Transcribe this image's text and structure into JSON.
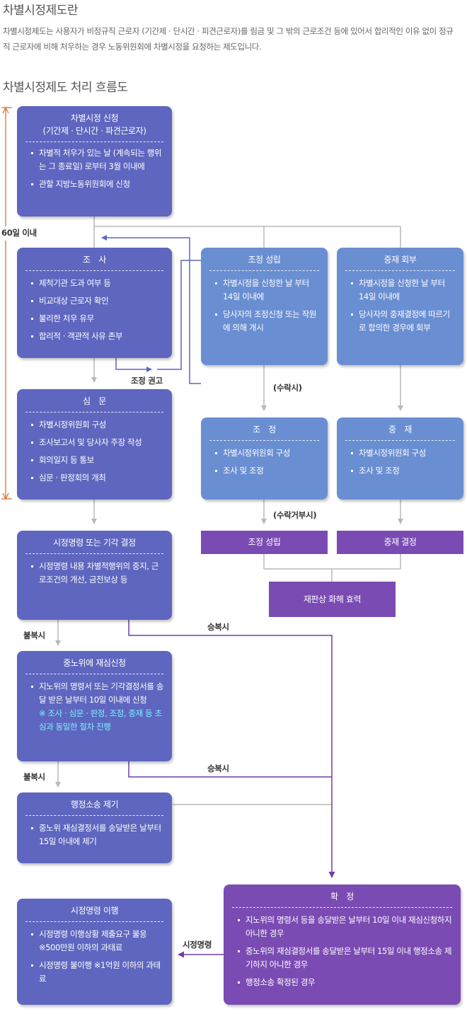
{
  "header": {
    "title": "차별시정제도란",
    "intro": "차별시정제도는 사용자가 비정규직 근로자 (기간제 · 단시간 · 피견근로자)를 림금 및 그 밖의 근로조건 등에 있어서 합리적인 이유 없이 정규직 근로자에 비해 처우하는 경우 노동위원회에 차별시정을 요청하는 제도입니다.",
    "flow_title": "차별시정제도 처리 흐름도"
  },
  "period_label": "60일 이내",
  "boxes": {
    "apply": {
      "title": [
        "차별시정 신청",
        "(기간제 · 단시간 · 파견근로자)"
      ],
      "items": [
        "차별적 처우가 있는 날 (계속되는 행위는 그 종료일) 로부터 3월 이내에",
        "관할 지방노동위원회에 신청"
      ]
    },
    "survey": {
      "title": "조　사",
      "items": [
        "제척기관 도과 여부 등",
        "비교대상 근로자 확인",
        "불리한 처우 유무",
        "합리적 · 객관적 사유 존부"
      ]
    },
    "mediation_est": {
      "title": "조정 성립",
      "items": [
        "차별시정을 신청한 날 부터 14일 이내에",
        "당사자의 조정신청 또는 작원에 의해 개시"
      ]
    },
    "arbitration_ref": {
      "title": "중재 회부",
      "items": [
        "차별시정을 신청한 날 부터 14일 이내에",
        "당사자의 중재결정에 따르기로 합의한 경우에 회부"
      ]
    },
    "hearing": {
      "title": "심　문",
      "items": [
        "차별시정위원회 구성",
        "조사보고서 및 당사자 주장 작성",
        "회의일지 등 통보",
        "심문 · 판정회의 개최"
      ]
    },
    "mediation": {
      "title": "조　정",
      "items": [
        "차별시정위원회 구성",
        "조사 및 조정"
      ]
    },
    "arbitration": {
      "title": "중　재",
      "items": [
        "차별시정위원회 구성",
        "조사 및 조정"
      ]
    },
    "order": {
      "title": "시정명령 또는 기각 결정",
      "items": [
        "시정명령 내용 차별적행위의 중지, 근로조건의 개선, 금전보상 등"
      ]
    },
    "central": {
      "title": "중노위에 재심신청",
      "item_main": "지노위의 명령서 또는 기각결정서를 송달 받은 날부터 10일 이내에 신청",
      "item_note": "※ 조사 · 심문 · 판정, 조정, 중재 등 초심과 동일한 절차 진행"
    },
    "lawsuit": {
      "title": "행정소송 제기",
      "items": [
        "중노위 재심결정서를 송달받은 날부터 15일 아내에 제기"
      ]
    },
    "compliance": {
      "title": "시정명령 이행",
      "items": [
        "시정명령 이행상황 제출요구 불응 ※500만원 이하의 과태료",
        "시정명령 불이행 ※1억원 이하의 과태료"
      ]
    },
    "final": {
      "title": "확　정",
      "items": [
        "지노위의 명령서 등을 송달받은 날부터 10일 이내 재심신청하지 아니한 경우",
        "중노위의 재심결정서를 송달받은 날부터 15일 이내 행정소송 제기하지 아니한 경우",
        "행정소송 확정된 경우"
      ]
    }
  },
  "tags": {
    "mediation_done": "조정 성립",
    "arbitration_done": "중재 결정",
    "court_effect": "재판상 화해 효력"
  },
  "labels": {
    "mediation_advice": "조정 권고",
    "on_accept": "(수락시)",
    "on_refuse": "(수락거부시)",
    "dissent1": "불복시",
    "comply1": "승복시",
    "dissent2": "불복시",
    "comply2": "승복시",
    "order_arrow": "시정명령"
  },
  "colors": {
    "box_blue": "#5e66bf",
    "box_light_blue": "#6a8ed2",
    "box_purple": "#7a4bb3",
    "bracket_orange": "#e0702a",
    "line_gray": "#b8b8b8",
    "line_purple": "#6e3fa8",
    "highlight": "#7ef0ff"
  }
}
